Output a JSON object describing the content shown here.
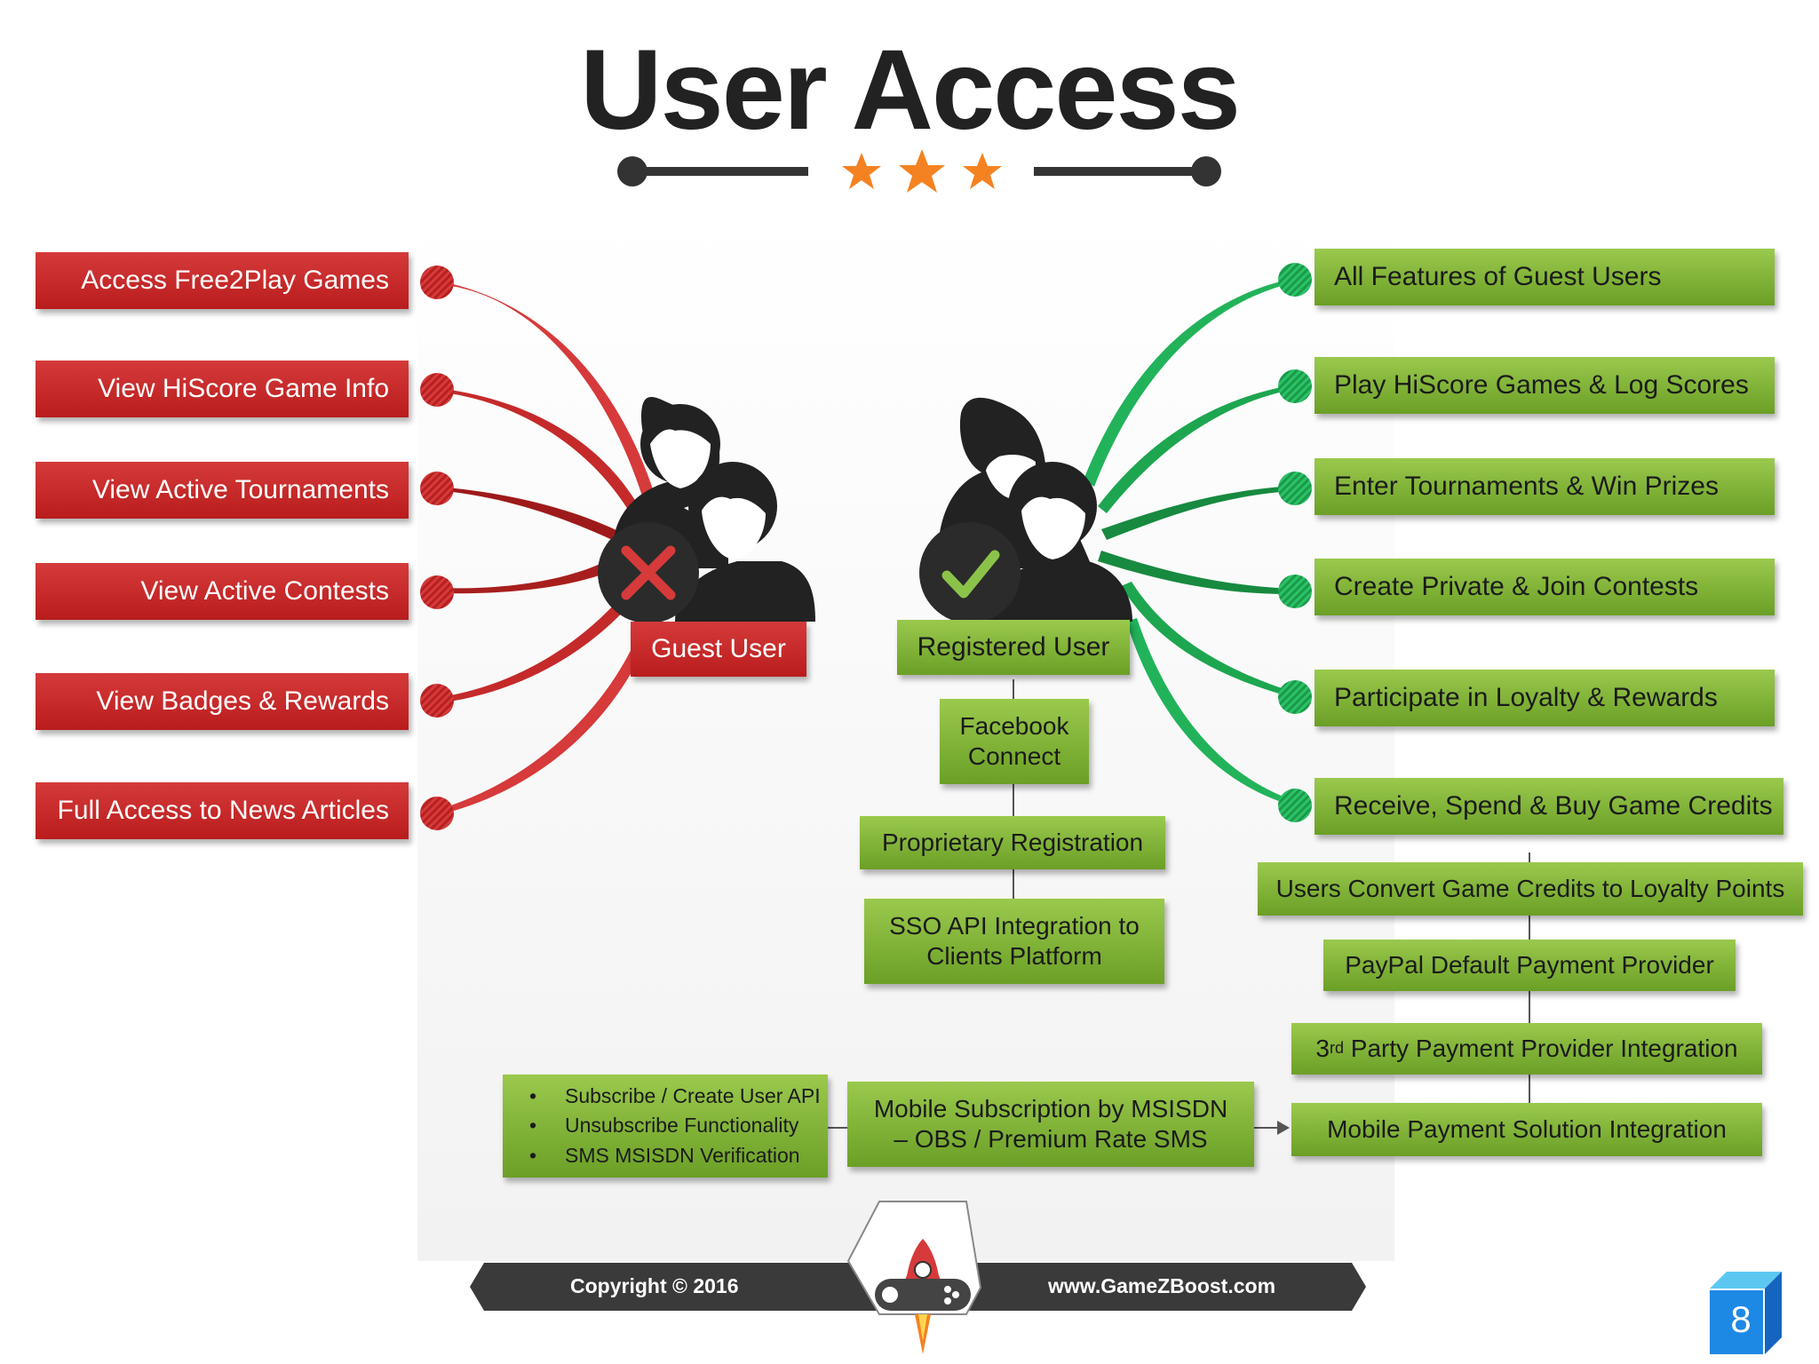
{
  "title": "User Access",
  "guest": {
    "label": "Guest User",
    "features": [
      "Access Free2Play Games",
      "View HiScore Game Info",
      "View Active Tournaments",
      "View Active Contests",
      "View Badges & Rewards",
      "Full Access to News Articles"
    ]
  },
  "registered": {
    "label": "Registered User",
    "features": [
      "All Features of Guest Users",
      "Play HiScore Games & Log Scores",
      "Enter Tournaments & Win Prizes",
      "Create Private & Join Contests",
      "Participate in Loyalty & Rewards",
      "Receive, Spend & Buy Game Credits"
    ],
    "registration": {
      "facebook": "Facebook Connect",
      "proprietary": "Proprietary Registration",
      "sso": "SSO API Integration to Clients Platform"
    }
  },
  "credits_chain": {
    "convert": "Users Convert Game Credits to Loyalty Points",
    "paypal": "PayPal Default Payment Provider",
    "third_party_sup": "rd",
    "third_party_prefix": "3",
    "third_party_rest": " Party Payment Provider Integration",
    "mobile_payment": "Mobile Payment Solution Integration"
  },
  "mobile_subscription": {
    "line1": "Mobile Subscription by MSISDN",
    "line2": "– OBS / Premium Rate SMS"
  },
  "api_bullets": [
    "Subscribe / Create User API",
    "Unsubscribe Functionality",
    "SMS MSISDN Verification"
  ],
  "footer": {
    "copyright": "Copyright © 2016",
    "website": "www.GameZBoost.com"
  },
  "page_number": "8",
  "colors": {
    "red": "#c62828",
    "green": "#7cb342",
    "green_connector": "#22b35a",
    "star": "#f58220",
    "dark": "#333333"
  },
  "icons": {
    "guest": "guest-users-x-icon",
    "registered": "registered-users-check-icon",
    "logo": "rocket-gamepad-logo-icon",
    "page": "cube-page-icon"
  }
}
